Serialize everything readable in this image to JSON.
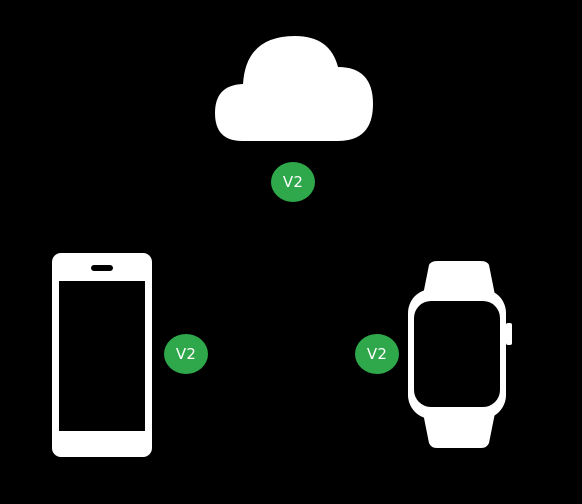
{
  "colors": {
    "background": "#000000",
    "device": "#ffffff",
    "badge": "#2ea84a"
  },
  "nodes": {
    "cloud": {
      "icon": "cloud-icon",
      "version": "V2"
    },
    "phone": {
      "icon": "smartphone-icon",
      "version": "V2"
    },
    "watch": {
      "icon": "smartwatch-icon",
      "version": "V2"
    }
  }
}
